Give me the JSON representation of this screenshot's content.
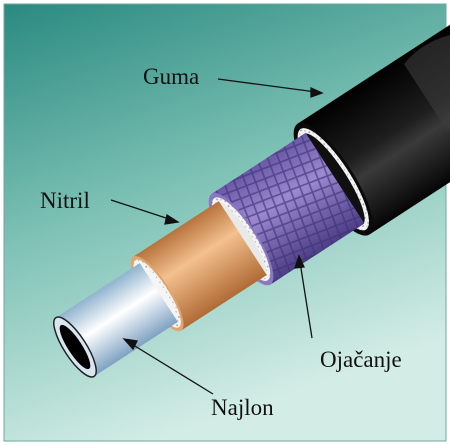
{
  "diagram": {
    "labels": {
      "outer_rubber": "Guma",
      "nitrile": "Nitril",
      "reinforcement": "Ojačanje",
      "nylon": "Najlon"
    },
    "colors": {
      "background_top": "#2f8c83",
      "background_bottom": "#c9e8e0",
      "rubber": "#141414",
      "braid": "#8d78c3",
      "braid_dark": "#5b4a93",
      "nitrile": "#d9945a",
      "nylon": "#c7dcec",
      "white_layer": "#f2f2f2"
    }
  }
}
